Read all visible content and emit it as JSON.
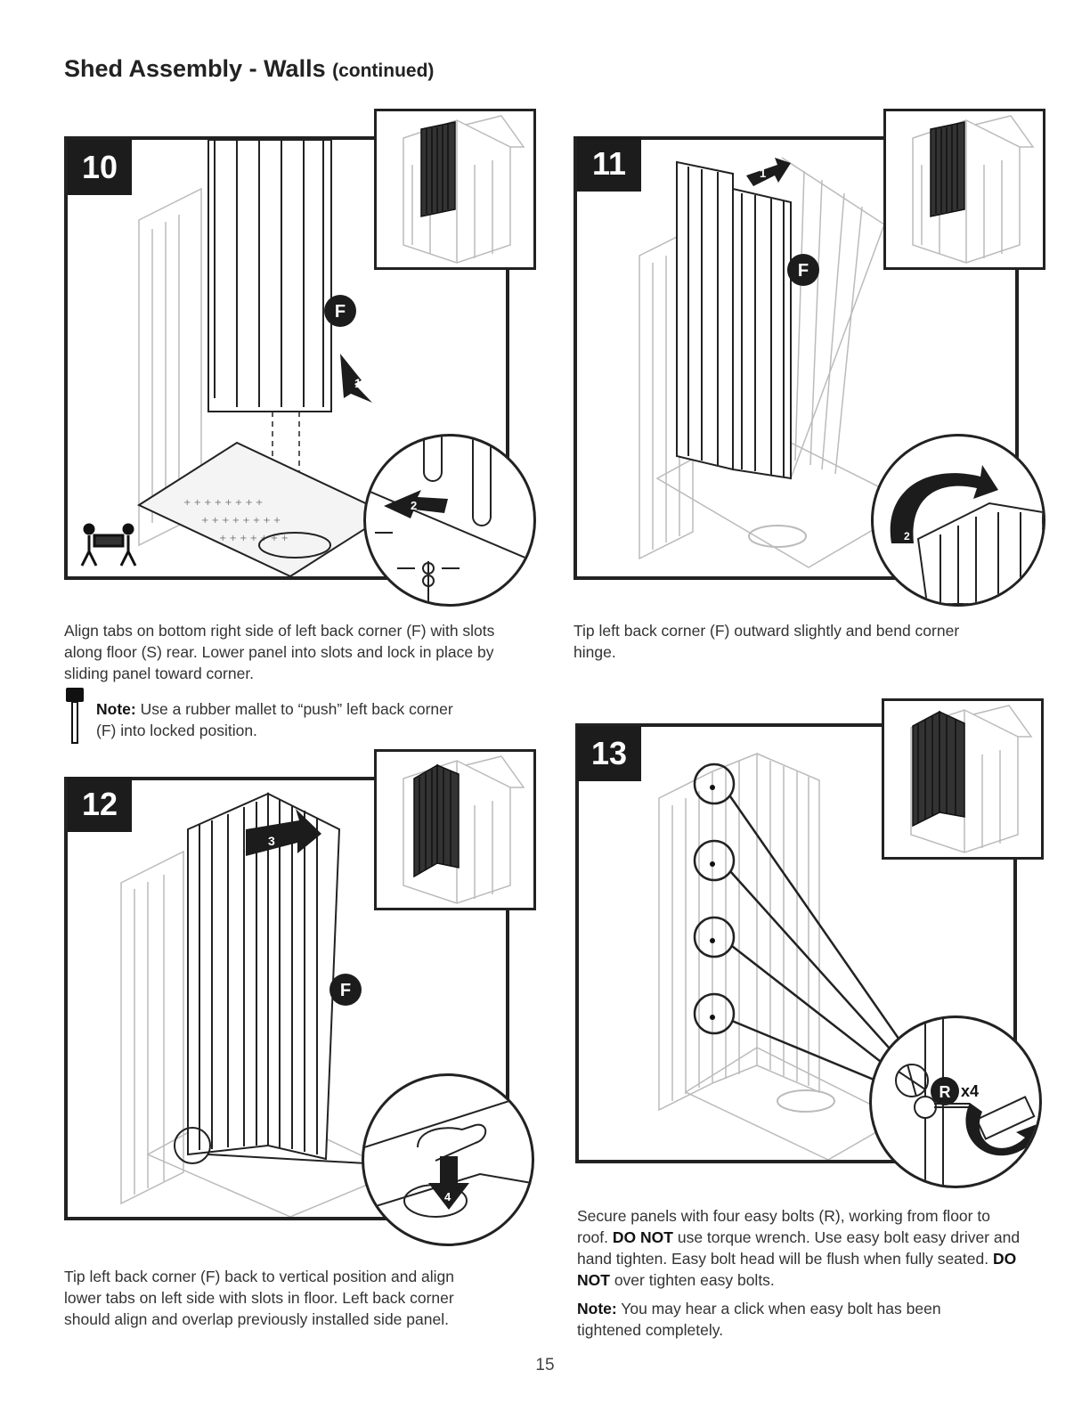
{
  "header": {
    "title": "Shed Assembly - Walls",
    "title_suffix": "(continued)"
  },
  "steps": [
    {
      "number": "10",
      "part_label": "F",
      "arrow_labels": [
        "1",
        "2"
      ],
      "caption": "Align tabs on bottom right side of left back corner (F) with slots along floor (S) rear. Lower panel into slots and lock in place by sliding panel toward corner.",
      "note_label": "Note:",
      "note_text": "Use a rubber mallet to “push” left back corner (F) into locked position.",
      "icon": "two-person-lift-icon",
      "note_icon": "rubber-mallet-icon"
    },
    {
      "number": "11",
      "part_label": "F",
      "arrow_labels": [
        "1",
        "2"
      ],
      "caption": "Tip left back corner (F) outward slightly and bend corner hinge."
    },
    {
      "number": "12",
      "part_label": "F",
      "arrow_labels": [
        "3",
        "4"
      ],
      "caption": "Tip left back corner (F) back to vertical position and align lower tabs on left side with slots in floor. Left back corner should align and overlap previously installed side panel."
    },
    {
      "number": "13",
      "part_label": "R",
      "quantity": "x4",
      "caption_a": "Secure panels with four easy bolts (R), working from floor to roof.",
      "caption_b_bold": "DO NOT",
      "caption_c": "use torque wrench. Use easy bolt easy driver and hand tighten. Easy bolt head will be flush when fully seated.",
      "caption_d_bold": "DO NOT",
      "caption_e": "over tighten easy bolts.",
      "note_label": "Note:",
      "note_text": "You may hear a click when easy bolt has been tightened completely."
    }
  ],
  "footer": {
    "page_number": "15"
  }
}
